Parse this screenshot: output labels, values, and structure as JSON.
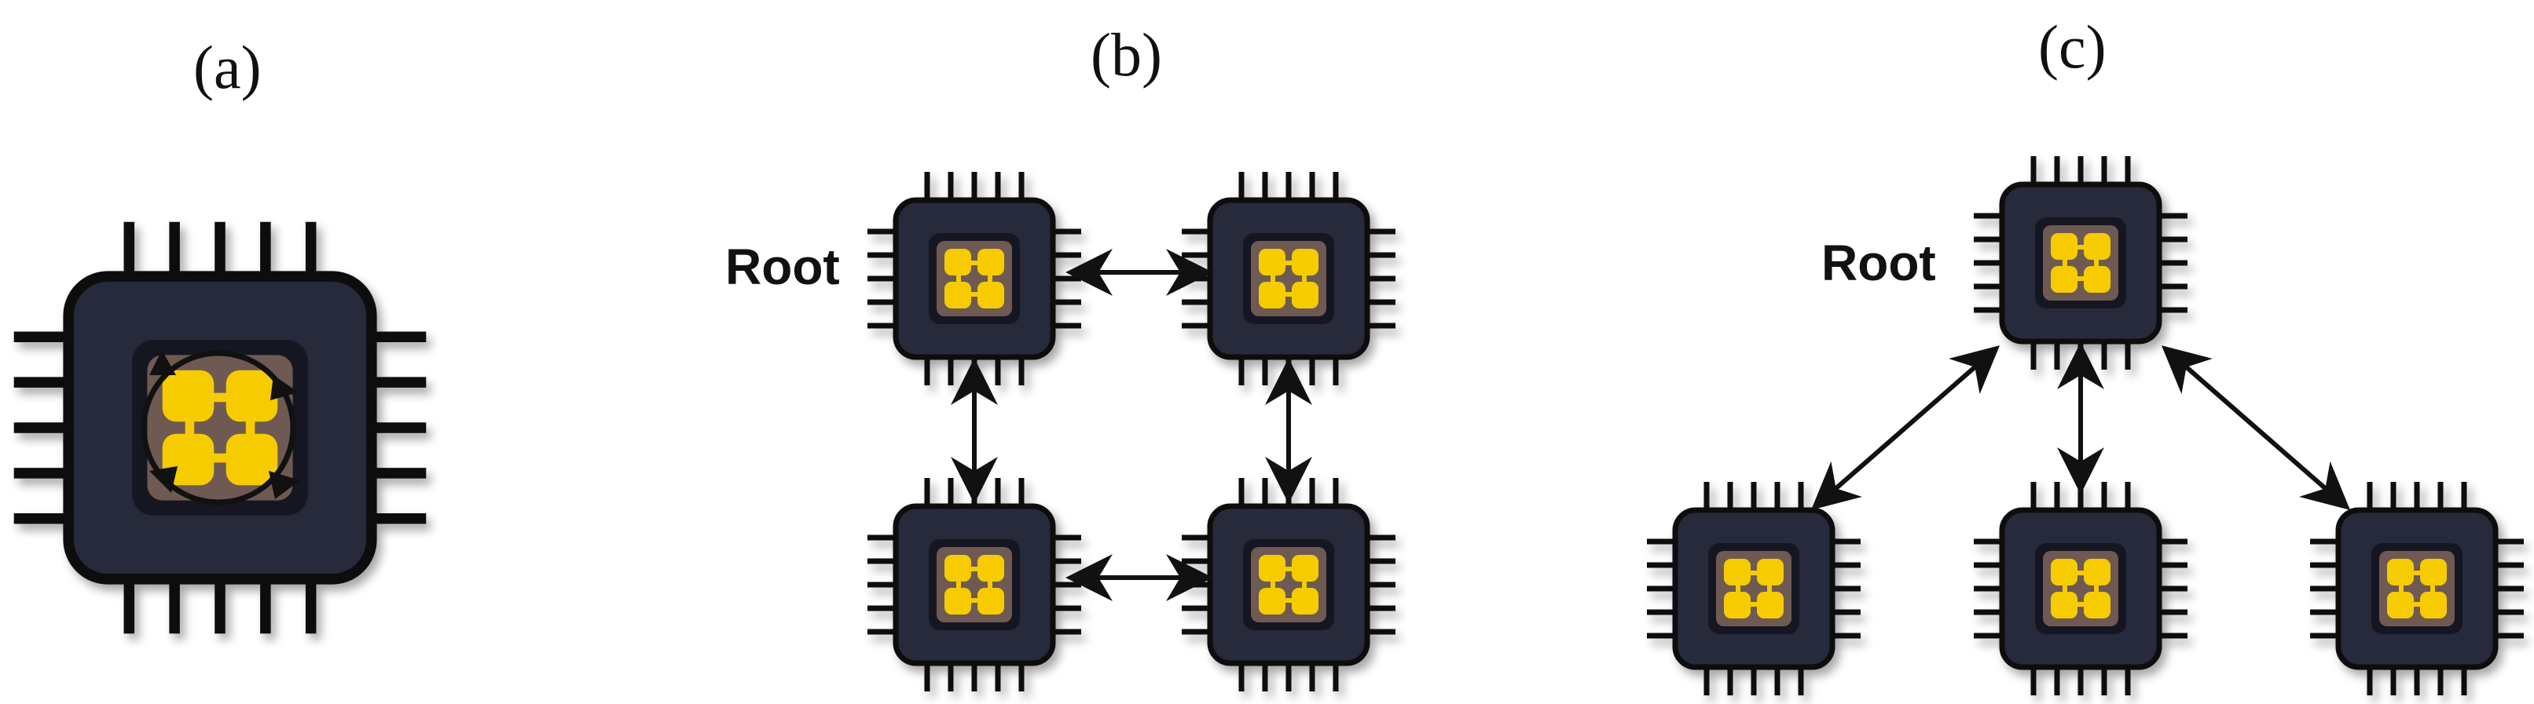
{
  "panels": {
    "a": {
      "label": "(a)"
    },
    "b": {
      "label": "(b)",
      "root_label": "Root"
    },
    "c": {
      "label": "(c)",
      "root_label": "Root"
    }
  },
  "colors": {
    "chip_body": "#262a3b",
    "chip_outline": "#0a0a0a",
    "die_frame": "#151823",
    "die_fill": "#6e5a52",
    "core_yellow": "#f6cc00",
    "arrow": "#111111"
  },
  "icons": [
    "processor-chip-icon",
    "bidirectional-arrow-icon",
    "ring-allreduce-circle-icon"
  ]
}
